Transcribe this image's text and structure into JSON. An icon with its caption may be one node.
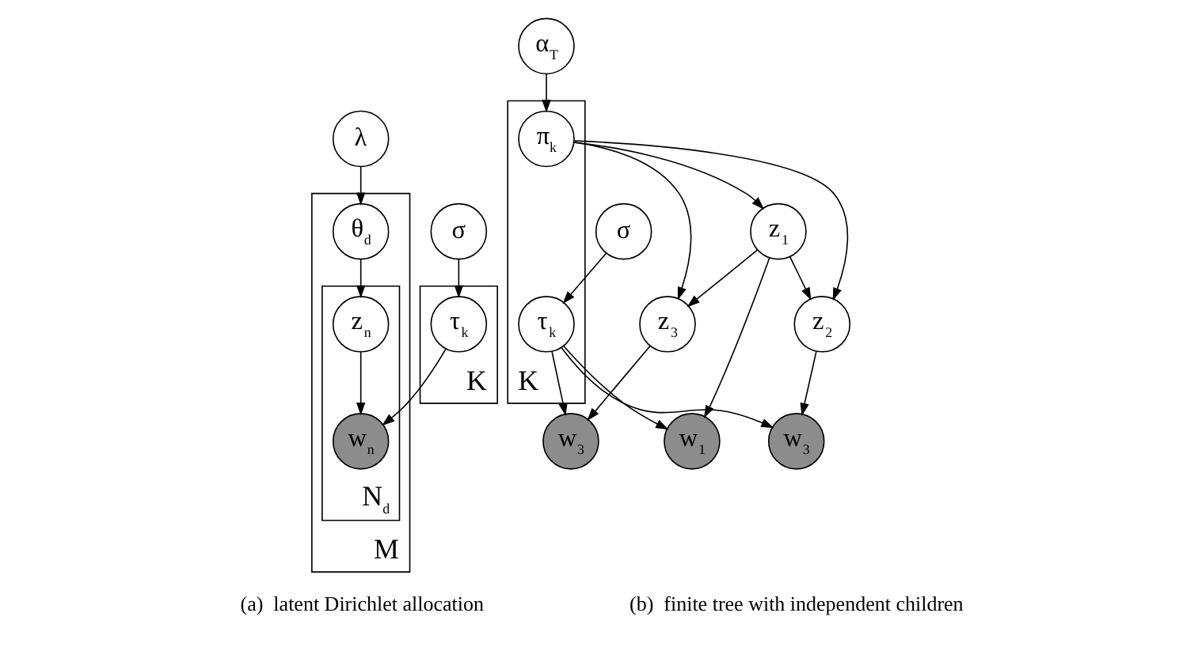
{
  "diagram": {
    "nodes": [
      {
        "text": [
          "λ"
        ]
      },
      {
        "text": [
          "M"
        ]
      },
      {
        "text": [
          "θ$_{d}$"
        ],
        "in": 1
      },
      {
        "text": [
          "N$_{d}$"
        ],
        "in": 1
      },
      {
        "text": [
          "z$_{n}$"
        ],
        "in": 3
      },
      {
        "text": [
          "w$_{n}$"
        ],
        "in": 3
      },
      {
        "text": [
          "σ"
        ]
      },
      {
        "text": [
          "K"
        ]
      },
      {
        "text": [
          "τ$_{k}$"
        ],
        "in": 7
      },
      {
        "text": [
          "α$_{T}$"
        ]
      },
      {
        "text": [
          "K"
        ]
      },
      {
        "text": [
          "π$_{k}$"
        ],
        "in": 10
      },
      {
        "text": [
          "τ$_{k}$"
        ],
        "in": 10
      },
      {
        "text": [
          "σ"
        ]
      },
      {
        "text": [
          "z$_{1}$"
        ]
      },
      {
        "text": [
          "z$_{2}$"
        ]
      },
      {
        "text": [
          "w$_{1}$"
        ]
      },
      {
        "text": [
          "z$_{3}$"
        ]
      },
      {
        "text": [
          "w$_{3}$"
        ]
      },
      {
        "text": [
          "w$_{3}$"
        ]
      }
    ],
    "edges": [
      {
        "from": 0,
        "to": 2,
        "arrow": "to"
      },
      {
        "from": 2,
        "to": 4,
        "arrow": "to"
      },
      {
        "from": 4,
        "to": 5,
        "arrow": "to"
      },
      {
        "from": 6,
        "to": 8,
        "arrow": "to"
      },
      {
        "from": 8,
        "to": 5,
        "arrow": "to"
      },
      {
        "from": 9,
        "to": 11,
        "arrow": "to"
      },
      {
        "from": 13,
        "to": 12,
        "arrow": "to"
      },
      {
        "from": 11,
        "to": 14,
        "arrow": "to"
      },
      {
        "from": 11,
        "to": 15,
        "arrow": "to"
      },
      {
        "from": 11,
        "to": 17,
        "arrow": "to"
      },
      {
        "from": 14,
        "to": 15,
        "arrow": "to"
      },
      {
        "from": 14,
        "to": 16,
        "arrow": "to"
      },
      {
        "from": 14,
        "to": 17,
        "arrow": "to"
      },
      {
        "from": 15,
        "to": 18,
        "arrow": "to"
      },
      {
        "from": 17,
        "to": 19,
        "arrow": "to"
      },
      {
        "from": 12,
        "to": 16,
        "arrow": "to"
      },
      {
        "from": 12,
        "to": 19,
        "arrow": "to"
      },
      {
        "from": 12,
        "to": 18,
        "arrow": "to"
      }
    ],
    "labels": [
      "(a)  latent Dirichlet allocation",
      "(b)  finite tree with independent children"
    ]
  }
}
